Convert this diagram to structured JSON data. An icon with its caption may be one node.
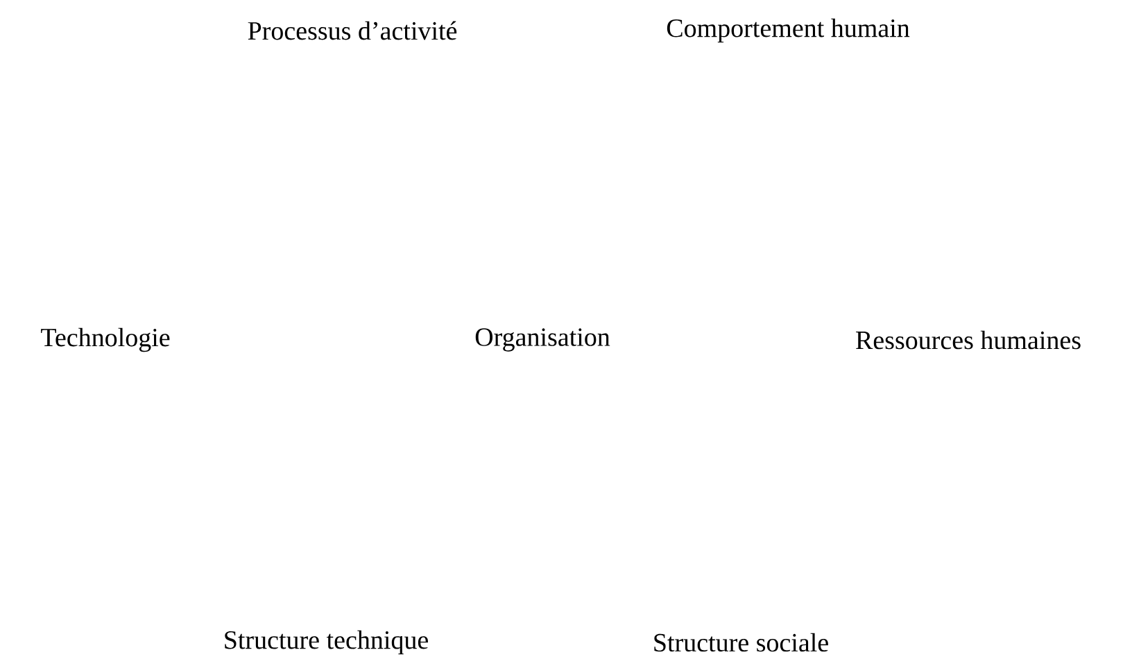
{
  "diagram": {
    "labels": [
      "Processus d’activité",
      "Comportement humain",
      "Technologie",
      "Organisation",
      "Ressources humaines",
      "Structure technique",
      "Structure sociale"
    ]
  }
}
